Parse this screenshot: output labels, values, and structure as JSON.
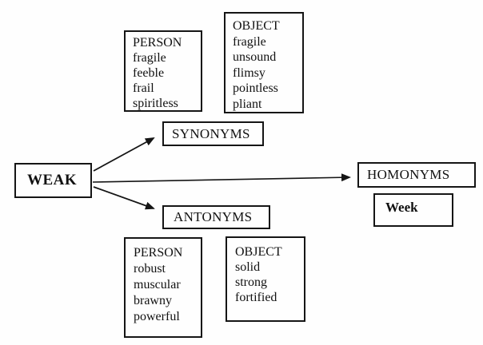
{
  "diagram": {
    "title_word": "WEAK",
    "relations": {
      "synonyms": {
        "label": "SYNONYMS"
      },
      "antonyms": {
        "label": "ANTONYMS"
      },
      "homonyms": {
        "label": "HOMONYMS"
      }
    },
    "homonym_example": {
      "label": "Week"
    },
    "synonym_boxes": {
      "person": {
        "title": "PERSON",
        "items": [
          "fragile",
          "feeble",
          "frail",
          "spiritless"
        ]
      },
      "object": {
        "title": "OBJECT",
        "items": [
          "fragile",
          "unsound",
          "flimsy",
          "pointless",
          "pliant"
        ]
      }
    },
    "antonym_boxes": {
      "person": {
        "title": "PERSON",
        "items": [
          "robust",
          "muscular",
          "brawny",
          "powerful"
        ]
      },
      "object": {
        "title": "OBJECT",
        "items": [
          "solid",
          "strong",
          "fortified"
        ]
      }
    }
  },
  "colors": {
    "ink": "#151515",
    "background": "#fefefe"
  }
}
